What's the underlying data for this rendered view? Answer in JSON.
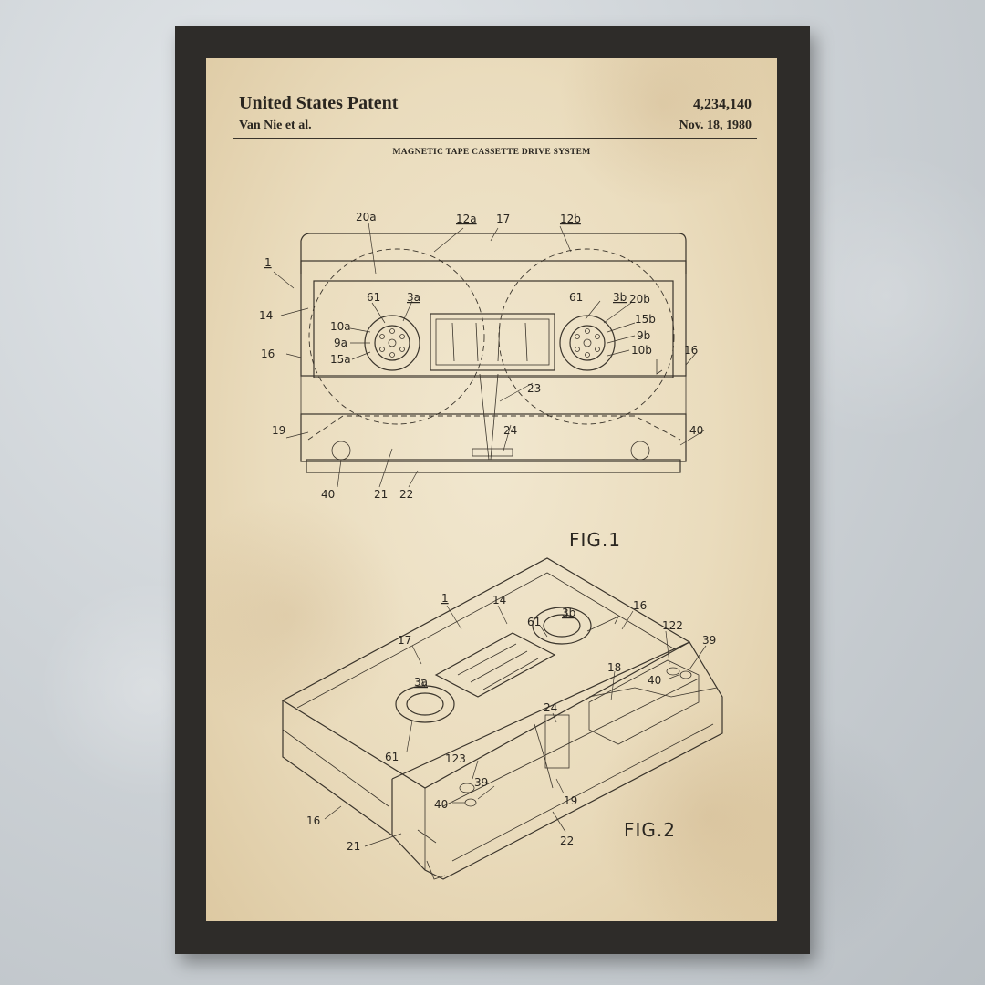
{
  "patent": {
    "header_title": "United States Patent",
    "inventor": "Van Nie et al.",
    "number": "4,234,140",
    "date": "Nov. 18, 1980",
    "title": "MAGNETIC TAPE CASSETTE DRIVE SYSTEM"
  },
  "figures": {
    "fig1_label": "FIG.1",
    "fig2_label": "FIG.2"
  },
  "fig1_refs": {
    "r20a": "20a",
    "r12a": "12a",
    "r17": "17",
    "r12b": "12b",
    "r1": "1",
    "r14": "14",
    "r61a": "61",
    "r3a": "3a",
    "r10a": "10a",
    "r9a": "9a",
    "r15a": "15a",
    "r16a": "16",
    "r61b": "61",
    "r3b": "3b",
    "r20b": "20b",
    "r15b": "15b",
    "r9b": "9b",
    "r10b": "10b",
    "r16b": "16",
    "r23": "23",
    "r19": "19",
    "r24": "24",
    "r40a": "40",
    "r40b": "40",
    "r21": "21",
    "r22": "22"
  },
  "fig2_refs": {
    "r1": "1",
    "r14": "14",
    "r16a": "16",
    "r17": "17",
    "r61a": "61",
    "r3b": "3b",
    "r122": "122",
    "r39a": "39",
    "r40a": "40",
    "r18": "18",
    "r3a": "3a",
    "r24": "24",
    "r61b": "61",
    "r123": "123",
    "r39b": "39",
    "r40b": "40",
    "r19": "19",
    "r16b": "16",
    "r21": "21",
    "r22": "22"
  },
  "colors": {
    "paper": "#eadcbd",
    "ink": "#2a2620",
    "frame": "#2e2c29",
    "wall": "#cfd4d8"
  }
}
